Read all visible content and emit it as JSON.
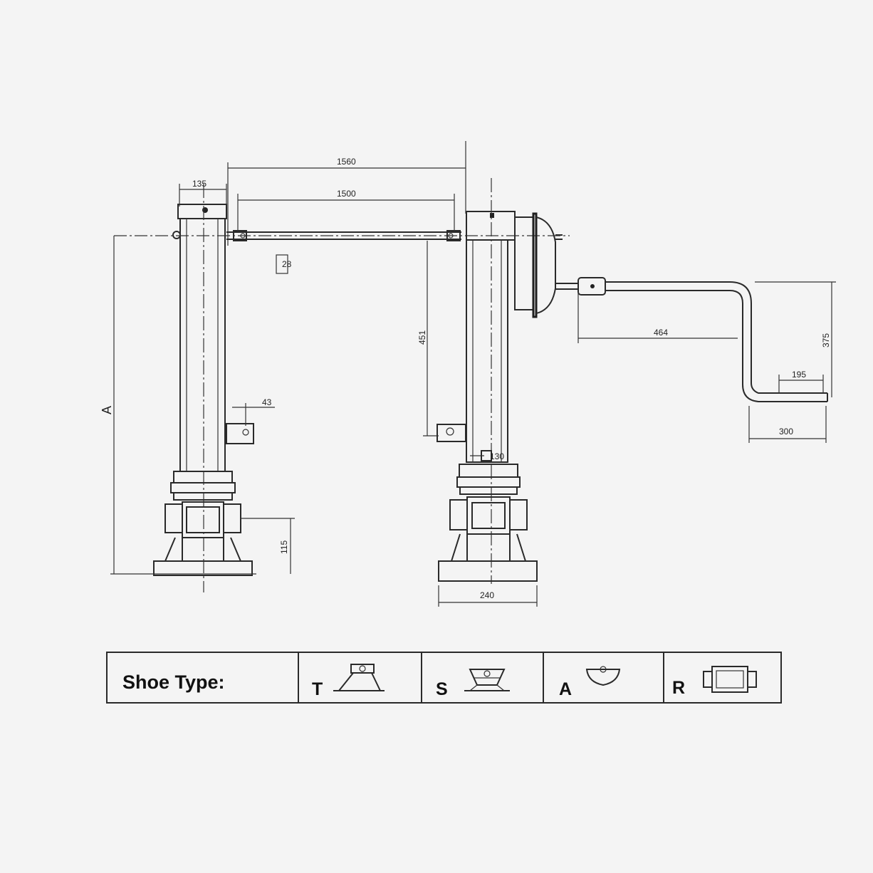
{
  "dimensions": {
    "d1560": "1560",
    "d135": "135",
    "d1500": "1500",
    "d28": "28",
    "d451": "451",
    "d43": "43",
    "d130": "130",
    "d115": "115",
    "d240": "240",
    "d464": "464",
    "d375": "375",
    "d195": "195",
    "d300": "300",
    "dA": "A"
  },
  "legend": {
    "title": "Shoe Type:",
    "types": [
      {
        "letter": "T",
        "icon": "t-shoe-icon"
      },
      {
        "letter": "S",
        "icon": "s-shoe-icon"
      },
      {
        "letter": "A",
        "icon": "a-shoe-icon"
      },
      {
        "letter": "R",
        "icon": "r-shoe-icon"
      }
    ]
  }
}
